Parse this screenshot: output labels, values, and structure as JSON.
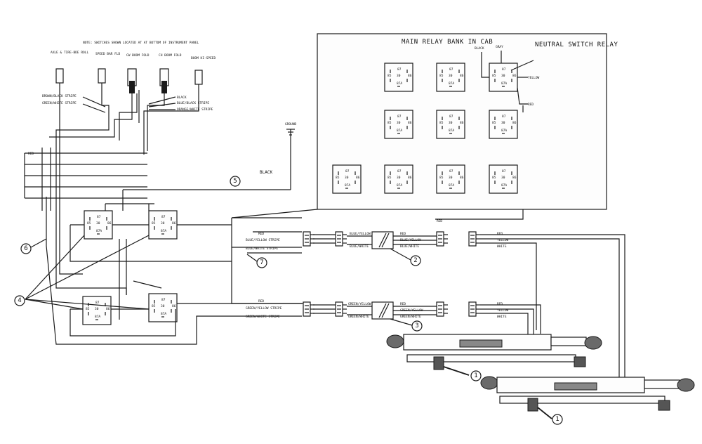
{
  "note": "NOTE: SWITCHES SHOWN LOCATED AT AT BOTTOM OF INSTRUMENT PANEL",
  "switches": [
    {
      "label": "AXLE & TIRE-BDE ROLL"
    },
    {
      "label": "SPEED BAR FLD"
    },
    {
      "label": "CW BOOM FOLD"
    },
    {
      "label": "CH BOOM FOLD"
    },
    {
      "label": "BOOM HI-SPEED"
    }
  ],
  "wire_labels": {
    "brown_black": "BROWN/BLACK STRIPE",
    "green_white": "GREEN/WHITE STRIPE",
    "black": "BLACK",
    "blue_black": "BLUE/BLACK STRIPE",
    "orange_white": "ORANGE/WHITE STRIPE",
    "black_ground": "BLACK",
    "red_left": "RED",
    "red_top": "RED",
    "red_mid": "RED",
    "blue_yellow": "BLUE/YELLOW STRIPE",
    "blue_white_stripe": "BLUE/WHITE STRIPE",
    "blue_yellow2": "BLUE/YELLOW",
    "blue_white2": "BLUE/WHITE",
    "red_upper_right": "RED",
    "blue_yellow3": "BLUE/YELLOW",
    "blue_white3": "BLUE/WHITE",
    "red_upper_far": "RED",
    "yellow_upper": "YELLOW",
    "white_upper": "WHITE",
    "red_lower": "RED",
    "green_yellow": "GREEN/YELLOW STRIPE",
    "green_white_stripe": "GREEN/WHITE STRIPE",
    "green_yellow2": "GREEN/YELLOW",
    "green_white2": "GREEN/WHITE",
    "red_lower_right": "RED",
    "green_yellow3": "GREEN/YELLOW",
    "green_white3": "GREEN/WHITE",
    "red_lower_far": "RED",
    "yellow_lower": "YELLOW",
    "white_lower": "WHITE",
    "ground": "GROUND",
    "black_relay": "BLACK",
    "yellow_relay": "YELLOW",
    "red_relay": "RED",
    "gray_relay": "GRAY"
  },
  "relay_pins": {
    "p87": "87",
    "p30": "30",
    "p85": "85",
    "p86": "86",
    "p87a": "87A"
  },
  "main_relay_bank": {
    "title": "MAIN RELAY BANK IN CAB",
    "neutral_switch": "NEUTRAL SWITCH RELAY"
  },
  "callouts": {
    "c1": "1",
    "c2": "2",
    "c3": "3",
    "c4": "4",
    "c5": "5",
    "c6": "6",
    "c7": "7"
  }
}
